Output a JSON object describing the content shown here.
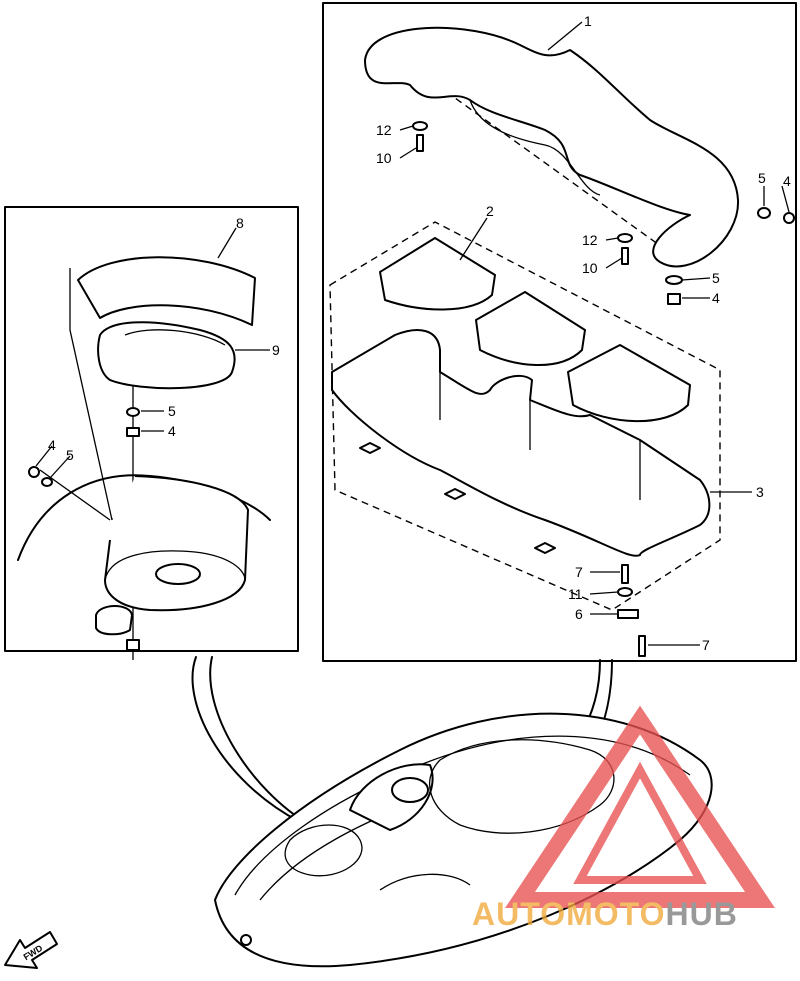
{
  "callouts": {
    "c1": "1",
    "c2": "2",
    "c3": "3",
    "c4a": "4",
    "c4b": "4",
    "c4c": "4",
    "c4d": "4",
    "c5a": "5",
    "c5b": "5",
    "c5c": "5",
    "c5d": "5",
    "c6": "6",
    "c7a": "7",
    "c7b": "7",
    "c8": "8",
    "c9": "9",
    "c10a": "10",
    "c10b": "10",
    "c11": "11",
    "c12a": "12",
    "c12b": "12"
  },
  "fwd_label": "FWD",
  "watermark": {
    "part1": "AUTO",
    "part2": "MOTO",
    "part3": "HUB"
  },
  "colors": {
    "ink": "#000000",
    "watermark_red": "#e85050",
    "watermark_orange": "#f2a93b",
    "watermark_gray": "#7d7d7d"
  }
}
